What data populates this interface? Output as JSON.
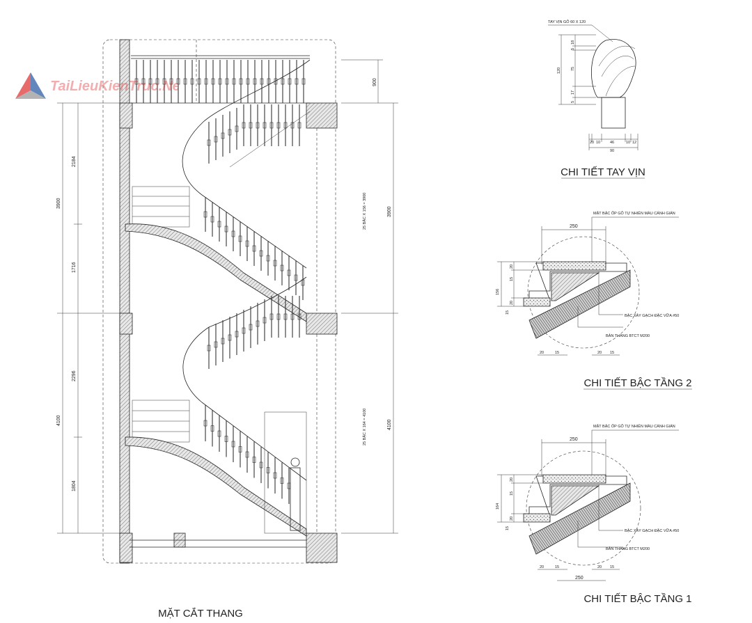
{
  "titles": {
    "section": "MẶT CẮT THANG",
    "handrail": "CHI TIẾT TAY VỊN",
    "step2": "CHI TIẾT BẬC TẦNG 2",
    "step1": "CHI TIẾT BẬC TẦNG 1"
  },
  "section_dims": {
    "top_rail": "900",
    "upper_total": "3900",
    "upper_a": "2184",
    "upper_b": "1716",
    "lower_total": "4100",
    "lower_a": "2296",
    "lower_b": "1804",
    "right_upper": "3900",
    "right_lower": "4100",
    "steps_upper": "25 BẬC X 156 = 3900",
    "steps_lower": "25 BẬC X 164 = 4100"
  },
  "handrail": {
    "label": "TAY VỊN GỖ 60 X 120",
    "d_18": "18",
    "d_5": "5",
    "d_75": "75",
    "d_17": "17",
    "d_5b": "5",
    "d_120": "120",
    "w_20a": "20",
    "w_10a": "10",
    "w_46": "46",
    "w_10b": "10",
    "w_12": "12",
    "w_90": "90"
  },
  "step_detail_2": {
    "top_note": "MẶT BẬC ỐP GỖ TỰ NHIÊN MÀU CÁNH GIÁN",
    "brick_note": "BẬC XÂY GẠCH ĐẶC VỮA #50",
    "slab_note": "BẢN THANG BTCT M200",
    "w_250": "250",
    "h_total": "156",
    "h_15a": "15",
    "h_20a": "20",
    "h_15b": "15",
    "h_20b": "20",
    "w_20": "20",
    "w_15": "15",
    "w_20b": "20",
    "w_15b": "15"
  },
  "step_detail_1": {
    "top_note": "MẶT BẬC ỐP GỖ TỰ NHIÊN MÀU CÁNH GIÁN",
    "brick_note": "BẬC XÂY GẠCH ĐẶC VỮA #50",
    "slab_note": "BẢN THANG BTCT M200",
    "w_250": "250",
    "w_250b": "250",
    "h_total": "164",
    "h_15a": "15",
    "h_20a": "20",
    "h_15b": "15",
    "h_20b": "20",
    "w_20": "20",
    "w_15": "15",
    "w_20b": "20",
    "w_15b": "15"
  },
  "watermark": {
    "text": "TaiLieuKienTruc.Net",
    "colors": [
      "#e03a3a",
      "#2f5fa8",
      "#3aa050",
      "#9a9a9a"
    ]
  }
}
